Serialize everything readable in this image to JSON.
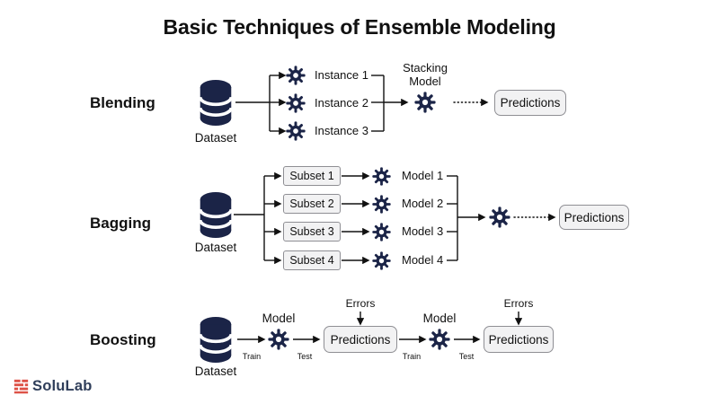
{
  "title": "Basic Techniques of Ensemble Modeling",
  "colors": {
    "ink": "#111111",
    "navy": "#1b2447",
    "box_bg": "#f2f2f3",
    "box_border": "#8f8f94",
    "logo_red": "#dd5146",
    "logo_text": "#2f3e5a",
    "bg": "#ffffff"
  },
  "logo": {
    "text": "SoluLab"
  },
  "sections": {
    "blending": {
      "label": "Blending",
      "dataset_label": "Dataset",
      "instances": [
        "Instance 1",
        "Instance 2",
        "Instance 3"
      ],
      "stacking_model_label": "Stacking\nModel",
      "predictions_label": "Predictions"
    },
    "bagging": {
      "label": "Bagging",
      "dataset_label": "Dataset",
      "subsets": [
        "Subset 1",
        "Subset 2",
        "Subset 3",
        "Subset 4"
      ],
      "models": [
        "Model 1",
        "Model 2",
        "Model 3",
        "Model 4"
      ],
      "predictions_label": "Predictions"
    },
    "boosting": {
      "label": "Boosting",
      "dataset_label": "Dataset",
      "stage1": {
        "train": "Train",
        "model": "Model",
        "test": "Test",
        "errors": "Errors",
        "predictions": "Predictions"
      },
      "stage2": {
        "train": "Train",
        "model": "Model",
        "test": "Test",
        "errors": "Errors",
        "predictions": "Predictions"
      }
    }
  }
}
